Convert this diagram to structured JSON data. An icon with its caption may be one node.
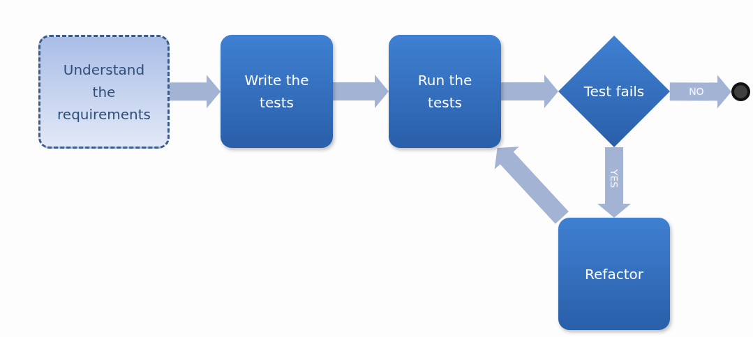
{
  "diagram": {
    "nodes": [
      {
        "text": [
          "Understand the requirements"
        ]
      },
      {
        "text": [
          "Write the tests"
        ]
      },
      {
        "text": [
          "Run the tests"
        ]
      },
      {
        "text": [
          "Test fails"
        ]
      },
      {
        "text": [],
        "shape": "circle"
      },
      {
        "text": [
          "Refactor"
        ]
      }
    ],
    "edges": [
      {
        "from": 0,
        "to": 1,
        "arrow": "to"
      },
      {
        "from": 1,
        "to": 2,
        "arrow": "to"
      },
      {
        "from": 2,
        "to": 3,
        "arrow": "to"
      },
      {
        "from": 3,
        "to": 4,
        "arrow": "to",
        "label": "NO"
      },
      {
        "from": 3,
        "to": 5,
        "arrow": "to",
        "label": "YES"
      },
      {
        "from": 5,
        "to": 2,
        "arrow": "to"
      }
    ]
  }
}
